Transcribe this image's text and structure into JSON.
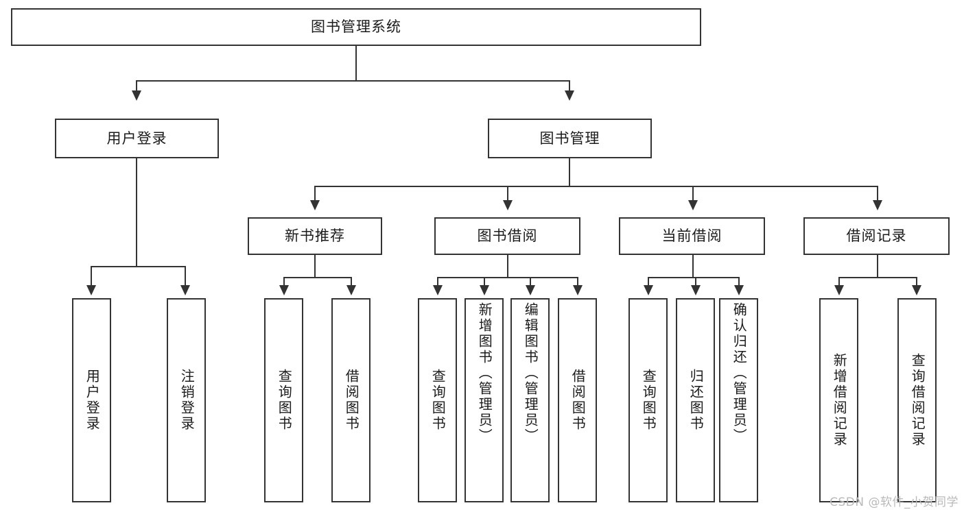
{
  "diagram": {
    "type": "tree",
    "title": "图书管理系统",
    "root": {
      "label": "图书管理系统"
    },
    "level1": [
      {
        "label": "用户登录"
      },
      {
        "label": "图书管理"
      }
    ],
    "level2": [
      {
        "label": "新书推荐"
      },
      {
        "label": "图书借阅"
      },
      {
        "label": "当前借阅"
      },
      {
        "label": "借阅记录"
      }
    ],
    "leaves": {
      "user_login": [
        {
          "label": "用户登录"
        },
        {
          "label": "注销登录"
        }
      ],
      "new_book_recommend": [
        {
          "label": "查询图书"
        },
        {
          "label": "借阅图书"
        }
      ],
      "book_borrow": [
        {
          "label": "查询图书"
        },
        {
          "label": "新增图书（管理员）"
        },
        {
          "label": "编辑图书（管理员）"
        },
        {
          "label": "借阅图书"
        }
      ],
      "current_borrow": [
        {
          "label": "查询图书"
        },
        {
          "label": "归还图书"
        },
        {
          "label": "确认归还（管理员）"
        }
      ],
      "borrow_record": [
        {
          "label": "新增借阅记录"
        },
        {
          "label": "查询借阅记录"
        }
      ]
    }
  },
  "watermark": {
    "text": "CSDN @软件_小贺同学"
  },
  "colors": {
    "stroke": "#333333",
    "fill": "#ffffff",
    "text": "#1b1b1b",
    "watermark": "#b9b9b9"
  }
}
